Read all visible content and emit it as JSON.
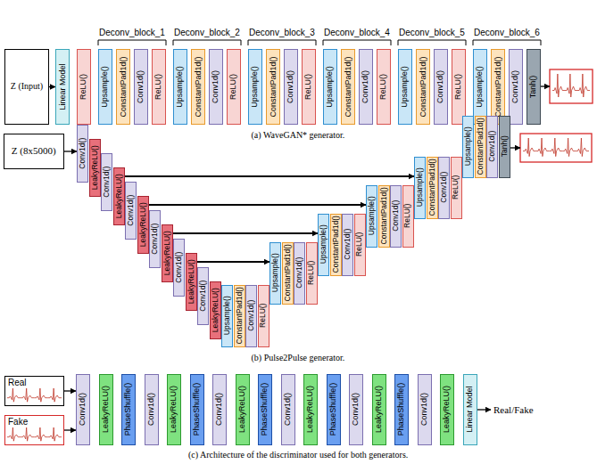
{
  "diagram": {
    "nodes": [
      {
        "text": [
          "Z (Input)"
        ]
      },
      {
        "text": [
          "Linear Model"
        ]
      },
      {
        "text": [
          "ReLU()"
        ]
      },
      {
        "text": [
          "Upsample()"
        ]
      },
      {
        "text": [
          "ConstantPad1d()"
        ]
      },
      {
        "text": [
          "Conv1d()"
        ]
      },
      {
        "text": [
          "ReLU()"
        ]
      },
      {
        "text": [
          "Upsample()"
        ]
      },
      {
        "text": [
          "ConstantPad1d()"
        ]
      },
      {
        "text": [
          "Conv1d()"
        ]
      },
      {
        "text": [
          "ReLU()"
        ]
      },
      {
        "text": [
          "Upsample()"
        ]
      },
      {
        "text": [
          "ConstantPad1d()"
        ]
      },
      {
        "text": [
          "Conv1d()"
        ]
      },
      {
        "text": [
          "ReLU()"
        ]
      },
      {
        "text": [
          "Upsample()"
        ]
      },
      {
        "text": [
          "ConstantPad1d()"
        ]
      },
      {
        "text": [
          "Conv1d()"
        ]
      },
      {
        "text": [
          "ReLU()"
        ]
      },
      {
        "text": [
          "Upsample()"
        ]
      },
      {
        "text": [
          "ConstantPad1d()"
        ]
      },
      {
        "text": [
          "Conv1d()"
        ]
      },
      {
        "text": [
          "ReLU()"
        ]
      },
      {
        "text": [
          "Upsample()"
        ]
      },
      {
        "text": [
          "ConstantPad1d()"
        ]
      },
      {
        "text": [
          "Conv1d()"
        ]
      },
      {
        "text": [
          "Tanh()"
        ]
      },
      {
        "text": [
          "Z (8x5000)"
        ]
      },
      {
        "text": [
          "Conv1d()"
        ]
      },
      {
        "text": [
          "LeakyReLU()"
        ]
      },
      {
        "text": [
          "Conv1d()"
        ]
      },
      {
        "text": [
          "LeakyReLU()"
        ]
      },
      {
        "text": [
          "Conv1d()"
        ]
      },
      {
        "text": [
          "LeakyReLU()"
        ]
      },
      {
        "text": [
          "Conv1d()"
        ]
      },
      {
        "text": [
          "LeakyReLU()"
        ]
      },
      {
        "text": [
          "Conv1d()"
        ]
      },
      {
        "text": [
          "LeakyReLU()"
        ]
      },
      {
        "text": [
          "Conv1d()"
        ]
      },
      {
        "text": [
          "LeakyReLU()"
        ]
      },
      {
        "text": [
          "Upsample()"
        ]
      },
      {
        "text": [
          "ConstantPad1d()"
        ]
      },
      {
        "text": [
          "Conv1d()"
        ]
      },
      {
        "text": [
          "ReLU()"
        ]
      },
      {
        "text": [
          "Upsample()"
        ]
      },
      {
        "text": [
          "ConstantPad1d()"
        ]
      },
      {
        "text": [
          "Conv1d()"
        ]
      },
      {
        "text": [
          "ReLU()"
        ]
      },
      {
        "text": [
          "Upsample()"
        ]
      },
      {
        "text": [
          "ConstantPad1d()"
        ]
      },
      {
        "text": [
          "Conv1d()"
        ]
      },
      {
        "text": [
          "ReLU()"
        ]
      },
      {
        "text": [
          "Upsample()"
        ]
      },
      {
        "text": [
          "ConstantPad1d()"
        ]
      },
      {
        "text": [
          "Conv1d()"
        ]
      },
      {
        "text": [
          "ReLU()"
        ]
      },
      {
        "text": [
          "Upsample()"
        ]
      },
      {
        "text": [
          "ConstantPad1d()"
        ]
      },
      {
        "text": [
          "Conv1d()"
        ]
      },
      {
        "text": [
          "ReLU()"
        ]
      },
      {
        "text": [
          "Upsample()"
        ]
      },
      {
        "text": [
          "ConstantPad1d()"
        ]
      },
      {
        "text": [
          "Conv1d()"
        ]
      },
      {
        "text": [
          "Tanh()"
        ]
      },
      {
        "text": [
          "Real"
        ]
      },
      {
        "text": [
          "Fake"
        ]
      },
      {
        "text": [
          "Conv1d()"
        ]
      },
      {
        "text": [
          "LeakyReLU()"
        ]
      },
      {
        "text": [
          "PhaseShuffle()"
        ]
      },
      {
        "text": [
          "Conv1d()"
        ]
      },
      {
        "text": [
          "LeakyReLU()"
        ]
      },
      {
        "text": [
          "PhaseShuffle()"
        ]
      },
      {
        "text": [
          "Conv1d()"
        ]
      },
      {
        "text": [
          "LeakyReLU()"
        ]
      },
      {
        "text": [
          "PhaseShuffle()"
        ]
      },
      {
        "text": [
          "Conv1d()"
        ]
      },
      {
        "text": [
          "LeakyReLU()"
        ]
      },
      {
        "text": [
          "PhaseShuffle()"
        ]
      },
      {
        "text": [
          "Conv1d()"
        ]
      },
      {
        "text": [
          "LeakyReLU()"
        ]
      },
      {
        "text": [
          "PhaseShuffle()"
        ]
      },
      {
        "text": [
          "Conv1d()"
        ]
      },
      {
        "text": [
          "LeakyReLU()"
        ]
      },
      {
        "text": [
          "Linear Model"
        ]
      }
    ],
    "edges": [
      {
        "from": 0,
        "to": 1,
        "arrow": "to"
      },
      {
        "from": 27,
        "to": 28,
        "arrow": "to"
      },
      {
        "from": 31,
        "to": 56,
        "arrow": "to"
      },
      {
        "from": 33,
        "to": 52,
        "arrow": "to"
      },
      {
        "from": 35,
        "to": 48,
        "arrow": "to"
      },
      {
        "from": 37,
        "to": 44,
        "arrow": "to"
      },
      {
        "from": 64,
        "to": 66,
        "arrow": "to"
      },
      {
        "from": 65,
        "to": 66,
        "arrow": "to"
      }
    ],
    "labels": [
      "Deconv_block_1",
      "Deconv_block_2",
      "Deconv_block_3",
      "Deconv_block_4",
      "Deconv_block_5",
      "Deconv_block_6",
      "(a) WaveGAN* generator.",
      "(b) Pulse2Pulse generator.",
      "Real/Fake",
      "(c) Architecture of the discriminator used for both generators."
    ]
  }
}
